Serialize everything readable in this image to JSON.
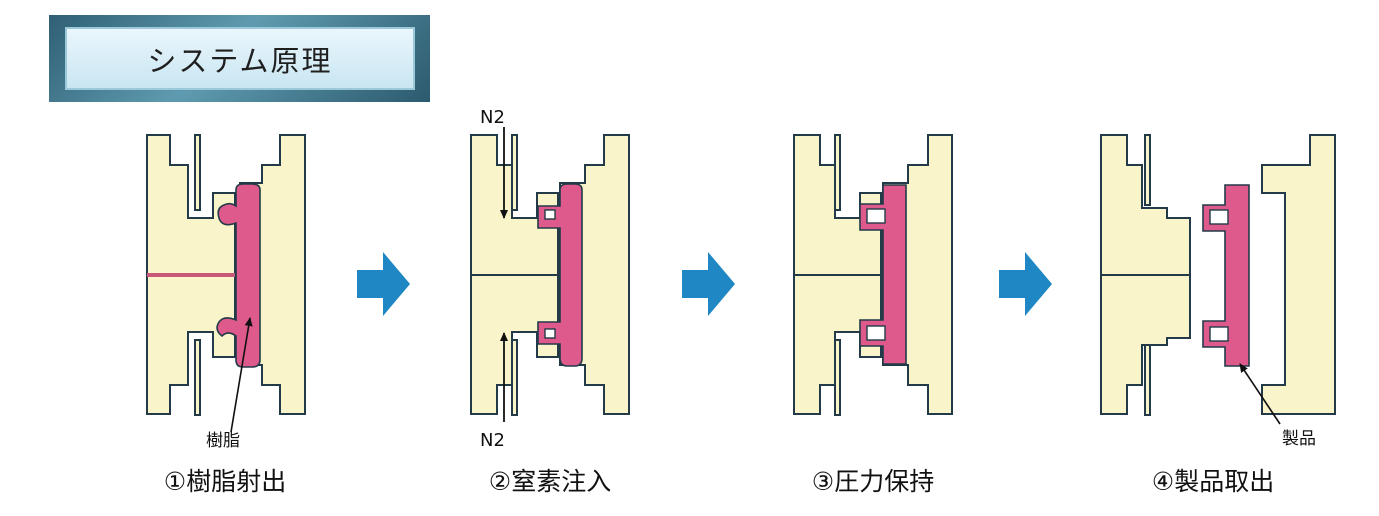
{
  "header": {
    "title": "システム原理"
  },
  "steps": [
    {
      "label": "①樹脂射出",
      "callout": "樹脂"
    },
    {
      "label": "②窒素注入",
      "gas_top": "N2",
      "gas_bottom": "N2"
    },
    {
      "label": "③圧力保持"
    },
    {
      "label": "④製品取出",
      "callout": "製品"
    }
  ],
  "colors": {
    "mold": "#f9f4c9",
    "resin": "#de5a8c",
    "outline": "#233a48",
    "arrow": "#1f87c4",
    "title_frame": "#3c7489",
    "title_panel": "#d6edf7"
  }
}
